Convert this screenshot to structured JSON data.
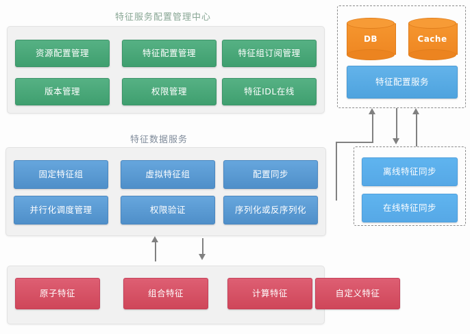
{
  "diagram": {
    "sections": {
      "config_center": {
        "title": "特征服务配置管理中心",
        "nodes": [
          "资源配置管理",
          "特征配置管理",
          "特征组订阅管理",
          "版本管理",
          "权限管理",
          "特征IDL在线"
        ]
      },
      "data_service": {
        "title": "特征数据服务",
        "nodes": [
          "固定特征组",
          "虚拟特征组",
          "配置同步",
          "并行化调度管理",
          "权限验证",
          "序列化或反序列化"
        ]
      },
      "feature_layer": {
        "title": "",
        "nodes": [
          "原子特征",
          "组合特征",
          "计算特征",
          "自定义特征"
        ]
      },
      "storage": {
        "cylinders": [
          "DB",
          "Cache"
        ],
        "service": "特征配置服务"
      },
      "sync": {
        "nodes": [
          "离线特征同步",
          "在线特征同步"
        ]
      }
    },
    "colors": {
      "green": "#47a474",
      "blue": "#5a97ce",
      "red": "#d4505f",
      "orange": "#f0891f",
      "skyblue": "#53a6e0",
      "panel_grey": "#f1f1f1",
      "connector": "#808080",
      "title_green": "#89a795",
      "title_grey": "#7f8b9a"
    }
  }
}
